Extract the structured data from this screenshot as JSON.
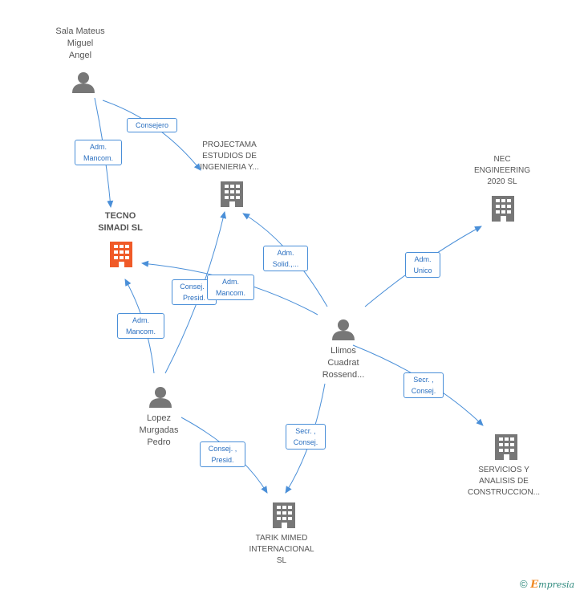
{
  "nodes": {
    "sala": {
      "label": "Sala Mateus\nMiguel\nAngel",
      "type": "person"
    },
    "tecno": {
      "label": "TECNO\nSIMADI SL",
      "type": "company",
      "focus": true
    },
    "proj": {
      "label": "PROJECTAMA\nESTUDIOS DE\nINGENIERIA Y...",
      "type": "company"
    },
    "nec": {
      "label": "NEC\nENGINEERING\n2020  SL",
      "type": "company"
    },
    "llimos": {
      "label": "Llimos\nCuadrat\nRossend...",
      "type": "person"
    },
    "lopez": {
      "label": "Lopez\nMurgadas\nPedro",
      "type": "person"
    },
    "servicios": {
      "label": "SERVICIOS Y\nANALISIS DE\nCONSTRUCCION...",
      "type": "company"
    },
    "tarik": {
      "label": "TARIK MIMED\nINTERNACIONAL\nSL",
      "type": "company"
    }
  },
  "edges": {
    "sala_tecno": {
      "label": "Adm.\nMancom."
    },
    "sala_proj": {
      "label": "Consejero"
    },
    "llimos_proj": {
      "label": "Adm.\nSolid.,..."
    },
    "llimos_nec": {
      "label": "Adm.\nUnico"
    },
    "llimos_tecno": {
      "label": "Adm.\nMancom."
    },
    "lopez_proj": {
      "label": "Consej. ,\nPresid."
    },
    "lopez_tecno": {
      "label": "Adm.\nMancom."
    },
    "llimos_serv": {
      "label": "Secr. ,\nConsej."
    },
    "llimos_tarik": {
      "label": "Secr. ,\nConsej."
    },
    "lopez_tarik": {
      "label": "Consej. ,\nPresid."
    }
  },
  "colors": {
    "edge": "#4a8fd8",
    "person_icon": "#777777",
    "company_icon": "#777777",
    "focus_icon": "#f05a28"
  },
  "brand": {
    "copyright": "©",
    "e": "E",
    "rest": "mpresia"
  }
}
